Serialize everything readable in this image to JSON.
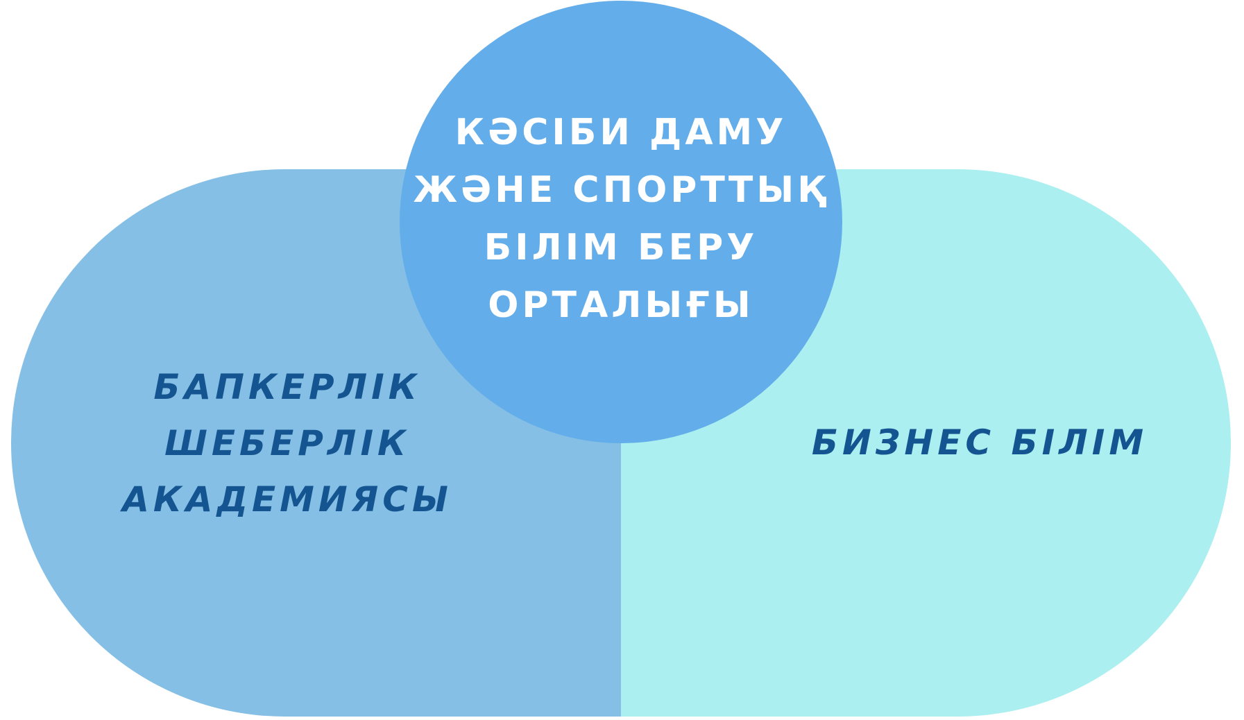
{
  "center": {
    "lines": [
      "КӘСІБИ ДАМУ",
      "ЖӘНЕ СПОРТТЫҚ",
      "БІЛІМ БЕРУ",
      "ОРТАЛЫҒЫ"
    ]
  },
  "left": {
    "lines": [
      "БАПКЕРЛІК",
      "ШЕБЕРЛІК",
      "АКАДЕМИЯСЫ"
    ]
  },
  "right": {
    "lines": [
      "БИЗНЕС БІЛІМ"
    ]
  },
  "colors": {
    "left": "#85bfe5",
    "right": "#abeff0",
    "center": "#62adea",
    "dark_text": "#145591"
  }
}
